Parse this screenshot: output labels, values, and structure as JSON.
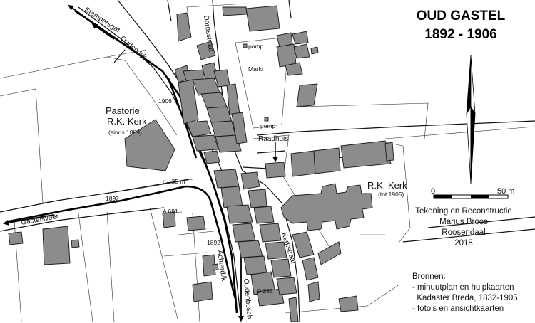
{
  "title": {
    "line1": "OUD GASTEL",
    "line2": "1892 - 1906"
  },
  "scale_bar": {
    "start_label": "0",
    "end_label": "50 m"
  },
  "credits": [
    "Tekening en Reconstructie",
    "Marius Broos",
    "Roosendaal",
    "2018"
  ],
  "sources": {
    "heading": "Bronnen:",
    "items": [
      "- minuutplan en hulpkaarten",
      "  Kadaster Breda, 1832-1905",
      "- foto's en ansichtkaarten"
    ]
  },
  "streets": {
    "stampersgat": "Stampersgat",
    "oudendijk": "Oudendijk",
    "dorpsstraat": "Dorpsstraat",
    "gastelsveer": "Gastelsveer",
    "achterdijk": "Achterdijk",
    "oudenbosch": "Oudenbosch",
    "kerkstraat": "Kerkstraat"
  },
  "labels": {
    "pomp_1": "pomp",
    "markt": "Markt",
    "pomp_2": "pomp",
    "raadhuis": "Raadhuis",
    "year_1906": "1906",
    "year_1892_west": "1892",
    "year_1892_south": "1892",
    "radius": "r = 35 m",
    "a691": "A 691",
    "d285": "D 285"
  },
  "pastorie": {
    "line1": "Pastorie",
    "line2": "R.K. Kerk",
    "line3": "(sinds 1889)"
  },
  "church": {
    "line1": "R.K. Kerk",
    "line2": "(tot 1905)"
  },
  "colors": {
    "building_fill": "#8c8c8c",
    "line": "#111111",
    "background": "#ffffff"
  },
  "icons": [
    "north-arrow-icon",
    "direction-arrow-icon"
  ]
}
